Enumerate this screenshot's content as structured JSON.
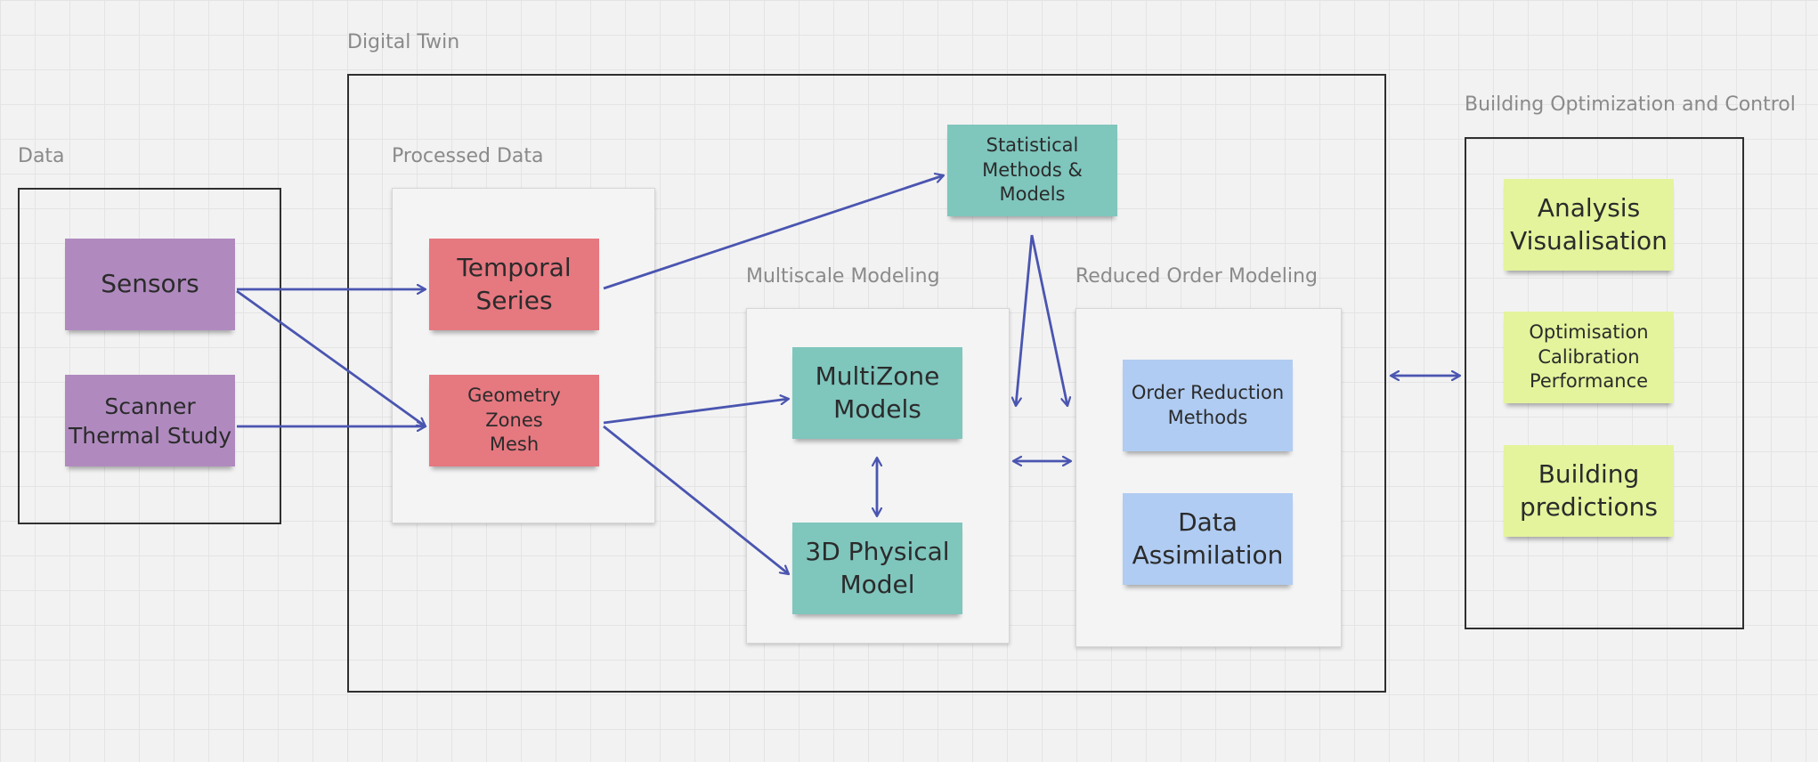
{
  "frames": {
    "data": {
      "label": "Data"
    },
    "digital_twin": {
      "label": "Digital Twin"
    },
    "processed_data": {
      "label": "Processed Data"
    },
    "multiscale": {
      "label": "Multiscale Modeling"
    },
    "reduced_order": {
      "label": "Reduced Order Modeling"
    },
    "optimization": {
      "label": "Building Optimization and Control"
    }
  },
  "notes": {
    "sensors": "Sensors",
    "scanner": "Scanner\nThermal Study",
    "temporal": "Temporal\nSeries",
    "geometry": "Geometry\nZones\nMesh",
    "statistical": "Statistical\nMethods &\nModels",
    "multizone": "MultiZone\nModels",
    "physical3d": "3D Physical\nModel",
    "order_reduction": "Order Reduction\nMethods",
    "data_assimilation": "Data\nAssimilation",
    "analysis": "Analysis\nVisualisation",
    "optimisation": "Optimisation\nCalibration\nPerformance",
    "predictions": "Building\npredictions"
  },
  "colors": {
    "arrow": "#4a55b0",
    "sensor_notes": "#b08abf",
    "processed_notes": "#e67880",
    "model_notes": "#7fc6bd",
    "reduction_notes": "#b0ccf2",
    "output_notes": "#e3f49c"
  }
}
